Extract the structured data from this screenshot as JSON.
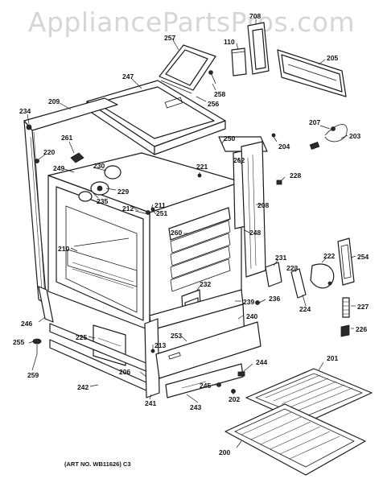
{
  "watermark": "AppliancePartsPros.com",
  "art_note": "(ART NO. WB11626) C3",
  "part_numbers": [
    "257",
    "708",
    "110",
    "205",
    "247",
    "258",
    "256",
    "209",
    "234",
    "261",
    "207",
    "203",
    "220",
    "250",
    "204",
    "249",
    "230",
    "262",
    "221",
    "228",
    "229",
    "235",
    "212",
    "211",
    "251",
    "208",
    "210",
    "260",
    "248",
    "231",
    "222",
    "254",
    "223",
    "232",
    "239",
    "224",
    "236",
    "227",
    "246",
    "240",
    "226",
    "225",
    "213",
    "253",
    "255",
    "201",
    "259",
    "206",
    "244",
    "242",
    "245",
    "202",
    "241",
    "243",
    "200"
  ]
}
